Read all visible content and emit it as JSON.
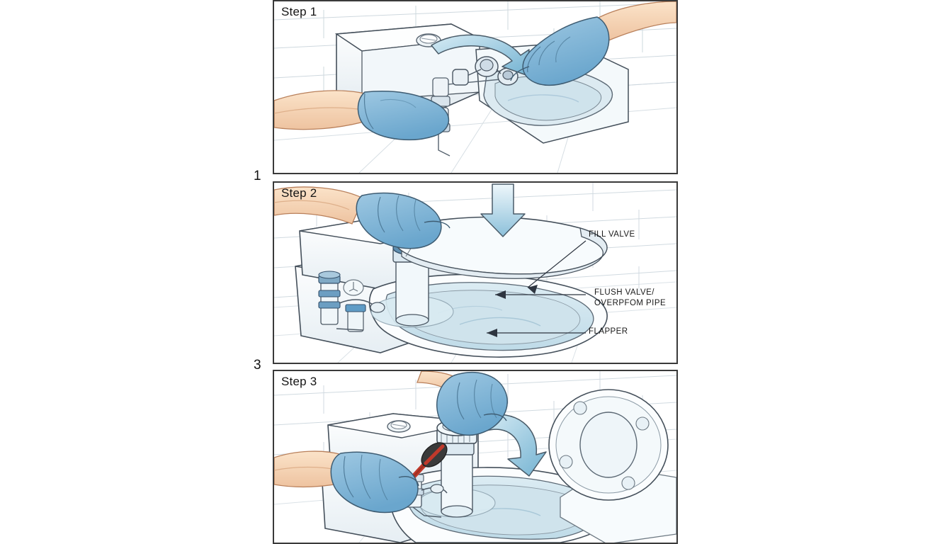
{
  "document": {
    "title": "Toilet Fill Valve Replacement — Illustrated Steps",
    "background_color": "#ffffff",
    "panel_border_color": "#3a3a3a"
  },
  "palette": {
    "glove_blue": "#79b2d6",
    "glove_blue_dark": "#5d9ac4",
    "skin": "#f6d9bb",
    "skin_shadow": "#e8bf9c",
    "arrow_blue": "#a8d2e6",
    "arrow_blue_dark": "#74b3d2",
    "porcelain": "#ffffff",
    "porcelain_shade": "#e9eff3",
    "water_blue": "#cfe3ec",
    "tile_line": "#c9d2d8",
    "outline": "#3d4650",
    "valve_gray": "#9fb4c2",
    "valve_blue": "#6c9ec2",
    "handle_red": "#c0392b",
    "handle_black": "#3a3a3a",
    "label_text": "#1a1a1a"
  },
  "markers": [
    {
      "id": "marker-1",
      "text": "1"
    },
    {
      "id": "marker-3",
      "text": "3"
    }
  ],
  "panels": [
    {
      "id": "panel-1",
      "step_label": "Step 1",
      "scene": "Gloved hands disconnecting the water supply line beneath the toilet tank; a curved blue arrow indicates the turning direction.",
      "arrows": [
        {
          "type": "curved",
          "direction": "clockwise-down"
        }
      ],
      "callouts": []
    },
    {
      "id": "panel-2",
      "step_label": "Step 2",
      "scene": "Gloved hand lifting the tank lid straight off; a straight blue arrow points down and leader lines identify the internal tank parts.",
      "arrows": [
        {
          "type": "straight",
          "direction": "down"
        }
      ],
      "callouts": [
        {
          "id": "callout-fill-valve",
          "text": "FILL VALVE"
        },
        {
          "id": "callout-flush-valve",
          "line1": "FLUSH VALVE/",
          "line2": "OVERPFOM PIPE"
        },
        {
          "id": "callout-flapper",
          "text": "FLAPPER"
        }
      ]
    },
    {
      "id": "panel-3",
      "step_label": "Step 3",
      "scene": "One gloved hand turns the fill valve cap counter-clockwise while the other steadies the supply fitting with a screwdriver; the tank lid rests on the floor at right.",
      "arrows": [
        {
          "type": "curved",
          "direction": "clockwise-down"
        }
      ],
      "callouts": []
    }
  ]
}
